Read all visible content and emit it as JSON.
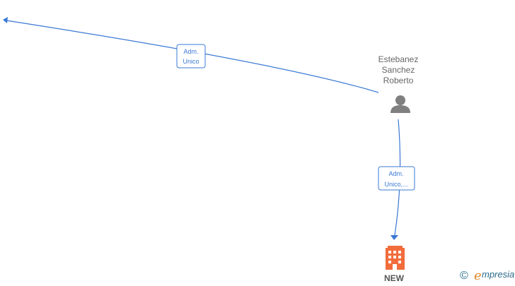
{
  "nodes": {
    "person": {
      "name_lines": [
        "Estebanez",
        "Sanchez",
        "Roberto"
      ],
      "icon": "person-icon"
    },
    "company": {
      "name": "NEW",
      "icon": "building-icon",
      "color": "#f26c3c"
    }
  },
  "edges": [
    {
      "label_lines": [
        "Adm.",
        "Unico"
      ]
    },
    {
      "label_lines": [
        "Adm.",
        "Unico,..."
      ]
    }
  ],
  "watermark": {
    "copyright": "©",
    "brand_first": "e",
    "brand_rest": "mpresia"
  },
  "colors": {
    "edge": "#3a78d4",
    "person_icon": "#808080",
    "company_icon": "#f26c3c"
  }
}
